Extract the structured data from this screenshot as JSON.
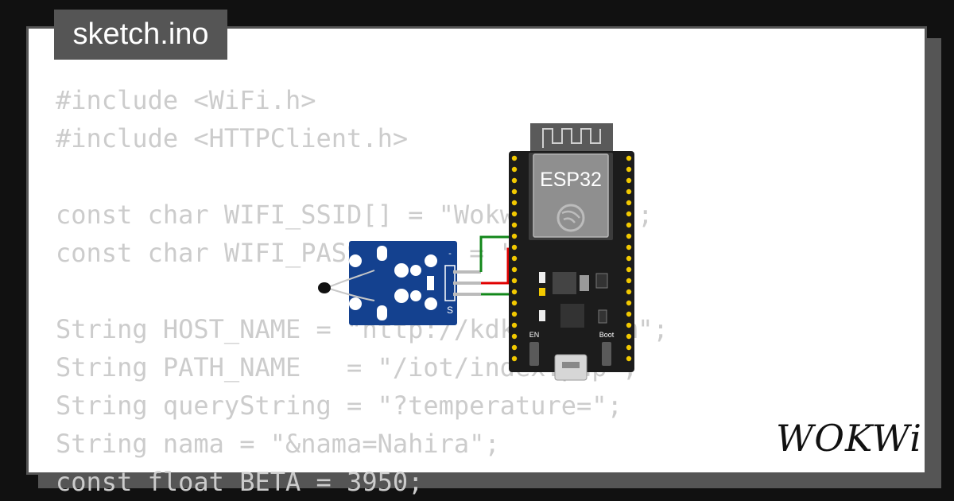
{
  "filename": "sketch.ino",
  "code_lines": [
    "#include <WiFi.h>",
    "#include <HTTPClient.h>",
    "",
    "const char WIFI_SSID[] = \"Wokwi-GUEST\";",
    "const char WIFI_PASSWORD[] = \"\";",
    "",
    "String HOST_NAME = \"http://kdkopen.com\";",
    "String PATH_NAME   = \"/iot/index.php\";",
    "String queryString = \"?temperature=\";",
    "String nama = \"&nama=Nahira\";",
    "const float BETA = 3950;"
  ],
  "board": {
    "chip_label": "ESP32",
    "en_label": "EN",
    "boot_label": "Boot"
  },
  "sensor": {
    "pin_labels": [
      "-",
      "S"
    ]
  },
  "brand": {
    "logo_text": "WOKWi"
  },
  "colors": {
    "background": "#111111",
    "card": "#ffffff",
    "frame": "#555555",
    "code_text": "#cccccc",
    "board": "#1c1c1c",
    "sensor_pcb": "#14418f",
    "wire_green": "#12871a",
    "wire_red": "#e00000",
    "pin_gold": "#f2c900"
  }
}
